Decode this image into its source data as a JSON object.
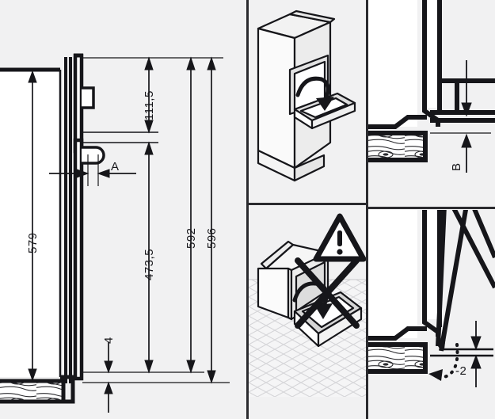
{
  "figure": {
    "kind": "appliance-installation-dimension-drawing",
    "units_note": "mm",
    "background_color": "#f1f1f2",
    "line_color": "#16161a"
  },
  "panels": [
    {
      "id": "left-section",
      "name": "side-section-with-dimensions",
      "position": "left column, full height"
    },
    {
      "id": "middle-top",
      "name": "oven-in-tall-cabinet-correct",
      "position": "middle column, top"
    },
    {
      "id": "middle-bottom",
      "name": "oven-on-floor-prohibited",
      "position": "middle column, bottom"
    },
    {
      "id": "right-top",
      "name": "plinth-detail-dimension-b",
      "position": "right column, top"
    },
    {
      "id": "right-bottom",
      "name": "door-swing-clearance-detail",
      "position": "right column, bottom"
    }
  ],
  "dimensions": {
    "left_panel": [
      {
        "key": "d_579",
        "label": "579",
        "orientation": "vertical",
        "description": "appliance body height"
      },
      {
        "key": "d_111_5",
        "label": "111,5",
        "orientation": "vertical",
        "description": "upper section height"
      },
      {
        "key": "d_473_5",
        "label": "473,5",
        "orientation": "vertical",
        "description": "lower section height"
      },
      {
        "key": "d_592",
        "label": "592",
        "orientation": "vertical",
        "description": "front panel height"
      },
      {
        "key": "d_596",
        "label": "596",
        "orientation": "vertical",
        "description": "overall height"
      },
      {
        "key": "d_4",
        "label": "4",
        "orientation": "vertical",
        "description": "bottom gap"
      },
      {
        "key": "d_A",
        "label": "A",
        "orientation": "horizontal",
        "description": "front projection reference"
      }
    ],
    "right_top_panel": [
      {
        "key": "d_B",
        "label": "B",
        "orientation": "vertical",
        "description": "plinth clearance reference"
      }
    ],
    "right_bottom_panel": [
      {
        "key": "d_minus2",
        "label": "-2",
        "orientation": "vertical",
        "description": "door swing clearance tolerance"
      }
    ]
  },
  "icons": {
    "warning_triangle": {
      "name": "warning-triangle-icon",
      "glyph": "!",
      "meaning": "caution"
    },
    "prohibition_cross": {
      "name": "prohibition-cross-icon",
      "meaning": "do not do this"
    },
    "door_swing_arrow": {
      "name": "curved-arrow-icon",
      "meaning": "door opening direction"
    },
    "rotation_arrow": {
      "name": "dotted-rotation-arrow-icon",
      "meaning": "door pivot path"
    }
  },
  "materials": {
    "wood_hatch": {
      "name": "wood-grain-hatch",
      "meaning": "timber plinth / worktop section"
    },
    "tiled_floor": {
      "name": "tiled-floor-pattern",
      "meaning": "floor surface"
    }
  }
}
